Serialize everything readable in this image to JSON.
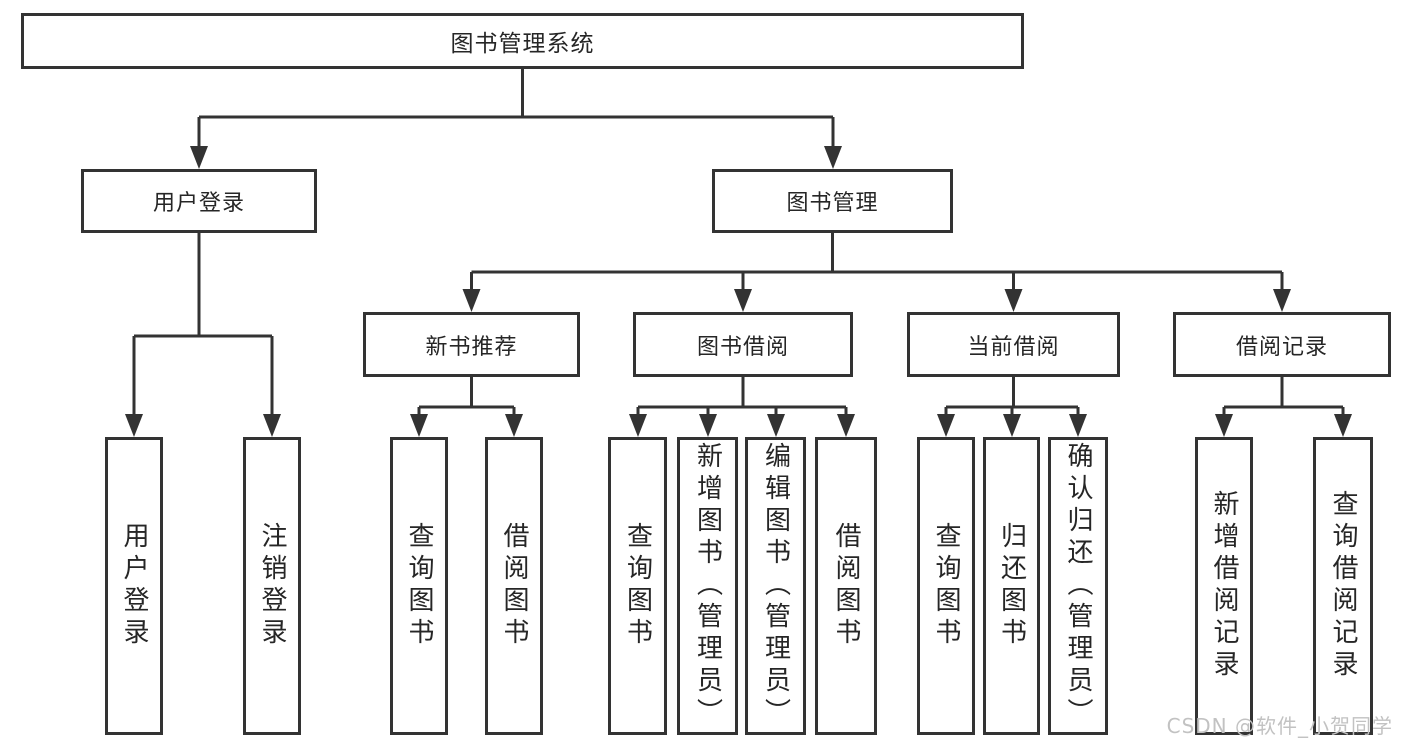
{
  "diagram": {
    "root": "图书管理系统",
    "level2": {
      "user_login": "用户登录",
      "book_mgmt": "图书管理"
    },
    "level3": {
      "new_book": "新书推荐",
      "book_borrow": "图书借阅",
      "current_borrow": "当前借阅",
      "borrow_record": "借阅记录"
    },
    "leaves": {
      "ul_login": "用户登录",
      "ul_logout": "注销登录",
      "nb_query": "查询图书",
      "nb_borrow": "借阅图书",
      "bb_query": "查询图书",
      "bb_add": "新增图书（管理员）",
      "bb_edit": "编辑图书（管理员）",
      "bb_borrow": "借阅图书",
      "cb_query": "查询图书",
      "cb_return": "归还图书",
      "cb_confirm": "确认归还（管理员）",
      "br_add": "新增借阅记录",
      "br_query": "查询借阅记录"
    }
  },
  "watermark": "CSDN @软件_小贺同学",
  "colors": {
    "line": "#333333",
    "text": "#262626",
    "watermark": "#c2c2c2"
  }
}
